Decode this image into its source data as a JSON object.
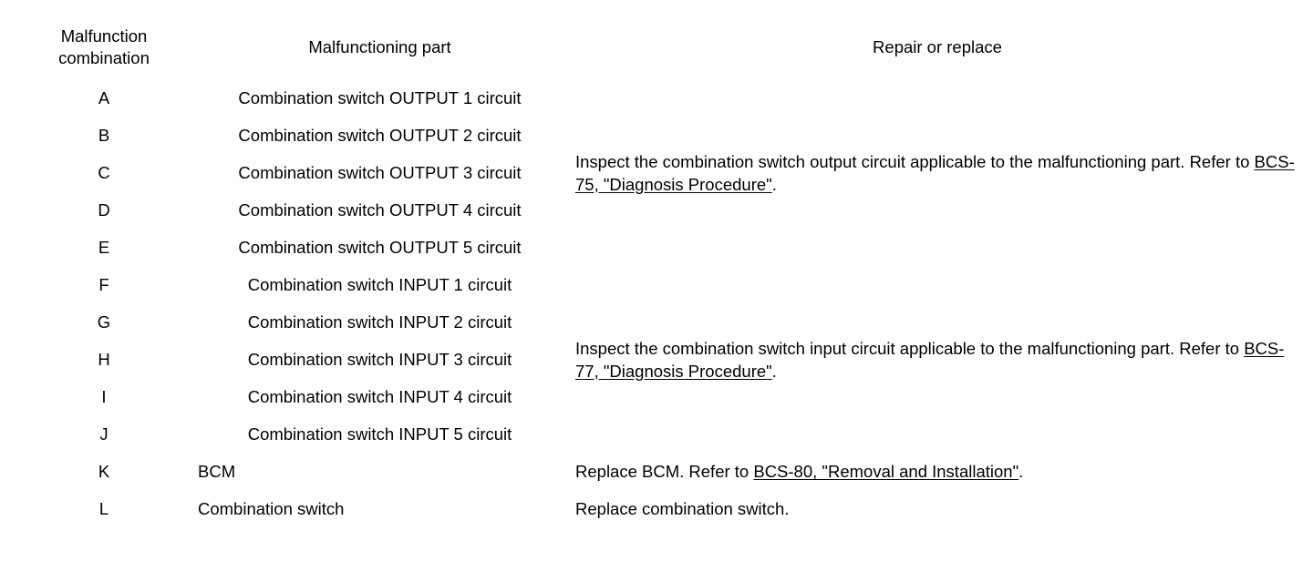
{
  "table": {
    "headers": {
      "combination_line1": "Malfunction",
      "combination_line2": "combination",
      "part": "Malfunctioning part",
      "repair": "Repair or replace"
    },
    "groups": [
      {
        "id": "output-group",
        "rows": [
          {
            "code": "A",
            "part": "Combination switch OUTPUT 1 circuit"
          },
          {
            "code": "B",
            "part": "Combination switch OUTPUT 2 circuit"
          },
          {
            "code": "C",
            "part": "Combination switch OUTPUT 3 circuit"
          },
          {
            "code": "D",
            "part": "Combination switch OUTPUT 4 circuit"
          },
          {
            "code": "E",
            "part": "Combination switch OUTPUT 5 circuit"
          }
        ],
        "repair_pre": "Inspect the combination switch output circuit applicable to the malfunctioning part. Refer to ",
        "repair_link": "BCS-75, \"Diagnosis Procedure\"",
        "repair_post": "."
      },
      {
        "id": "input-group",
        "rows": [
          {
            "code": "F",
            "part": "Combination switch INPUT 1 circuit"
          },
          {
            "code": "G",
            "part": "Combination switch INPUT 2 circuit"
          },
          {
            "code": "H",
            "part": "Combination switch INPUT 3 circuit"
          },
          {
            "code": "I",
            "part": "Combination switch INPUT 4 circuit"
          },
          {
            "code": "J",
            "part": "Combination switch INPUT 5 circuit"
          }
        ],
        "repair_pre": "Inspect the combination switch input circuit applicable to the malfunctioning part. Refer to ",
        "repair_link": "BCS-77, \"Diagnosis Procedure\"",
        "repair_post": "."
      }
    ],
    "single_rows": [
      {
        "id": "bcm-row",
        "code": "K",
        "part": "BCM",
        "repair_pre": "Replace BCM. Refer to ",
        "repair_link": "BCS-80, \"Removal and Installation\"",
        "repair_post": "."
      },
      {
        "id": "combination-switch-row",
        "code": "L",
        "part": "Combination switch",
        "repair_pre": "Replace combination switch.",
        "repair_link": "",
        "repair_post": ""
      }
    ]
  }
}
